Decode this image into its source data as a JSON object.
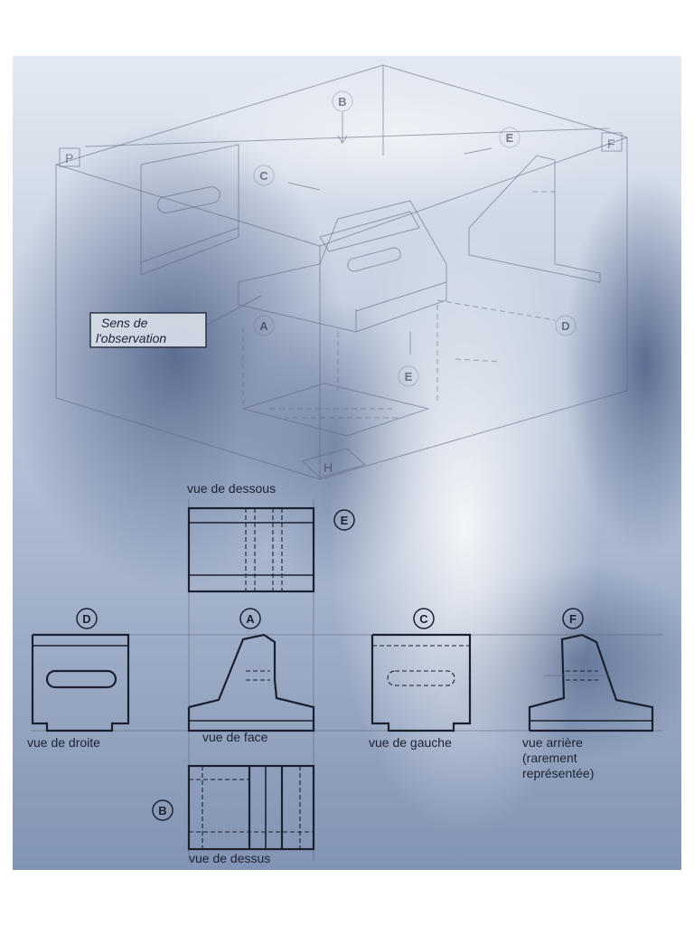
{
  "colors": {
    "sheet_top": "#dfe6f0",
    "sheet_shadow": "#5f7398",
    "ink": "#1b2030",
    "glare": "#f7f9fc"
  },
  "labels": {
    "observation": [
      "Sens de",
      "l'observation"
    ],
    "bottom_view": "vue de dessous",
    "right_view": "vue de droite",
    "front_view": "vue de face",
    "left_view": "vue de gauche",
    "rear_view": [
      "vue arrière",
      "(rarement",
      "représentée)"
    ],
    "top_view": "vue de dessus"
  },
  "markers": {
    "A": "A",
    "B": "B",
    "C": "C",
    "D": "D",
    "E": "E",
    "F": "F",
    "H": "H",
    "P": "P"
  }
}
